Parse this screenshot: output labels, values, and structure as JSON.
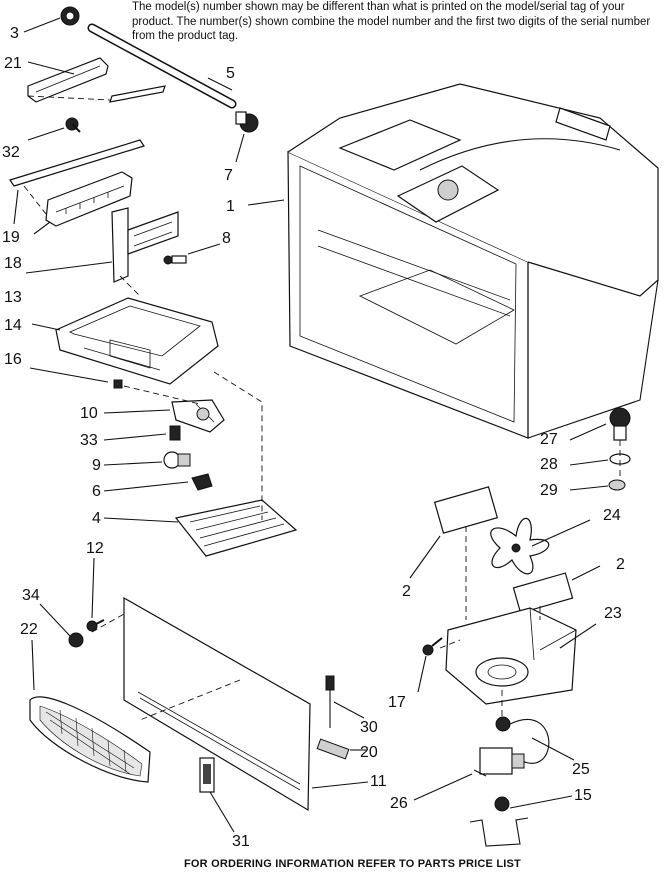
{
  "header_note": "The model(s) number shown may be different than what is printed on the model/serial tag of your product. The number(s) shown combine the model number and the first two digits of the serial number from the product tag.",
  "footer": "FOR ORDERING INFORMATION REFER TO PARTS PRICE LIST",
  "callouts": [
    {
      "id": "c3",
      "text": "3"
    },
    {
      "id": "c21",
      "text": "21"
    },
    {
      "id": "c5",
      "text": "5"
    },
    {
      "id": "c32",
      "text": "32"
    },
    {
      "id": "c7",
      "text": "7"
    },
    {
      "id": "c1",
      "text": "1"
    },
    {
      "id": "c19",
      "text": "19"
    },
    {
      "id": "c8",
      "text": "8"
    },
    {
      "id": "c18",
      "text": "18"
    },
    {
      "id": "c13",
      "text": "13"
    },
    {
      "id": "c14",
      "text": "14"
    },
    {
      "id": "c16",
      "text": "16"
    },
    {
      "id": "c10",
      "text": "10"
    },
    {
      "id": "c33",
      "text": "33"
    },
    {
      "id": "c9",
      "text": "9"
    },
    {
      "id": "c6",
      "text": "6"
    },
    {
      "id": "c4",
      "text": "4"
    },
    {
      "id": "c27",
      "text": "27"
    },
    {
      "id": "c28",
      "text": "28"
    },
    {
      "id": "c29",
      "text": "29"
    },
    {
      "id": "c24",
      "text": "24"
    },
    {
      "id": "c2a",
      "text": "2"
    },
    {
      "id": "c2b",
      "text": "2"
    },
    {
      "id": "c12",
      "text": "12"
    },
    {
      "id": "c34",
      "text": "34"
    },
    {
      "id": "c22",
      "text": "22"
    },
    {
      "id": "c23",
      "text": "23"
    },
    {
      "id": "c17",
      "text": "17"
    },
    {
      "id": "c30",
      "text": "30"
    },
    {
      "id": "c20",
      "text": "20"
    },
    {
      "id": "c25",
      "text": "25"
    },
    {
      "id": "c11",
      "text": "11"
    },
    {
      "id": "c26",
      "text": "26"
    },
    {
      "id": "c15",
      "text": "15"
    },
    {
      "id": "c31",
      "text": "31"
    }
  ]
}
